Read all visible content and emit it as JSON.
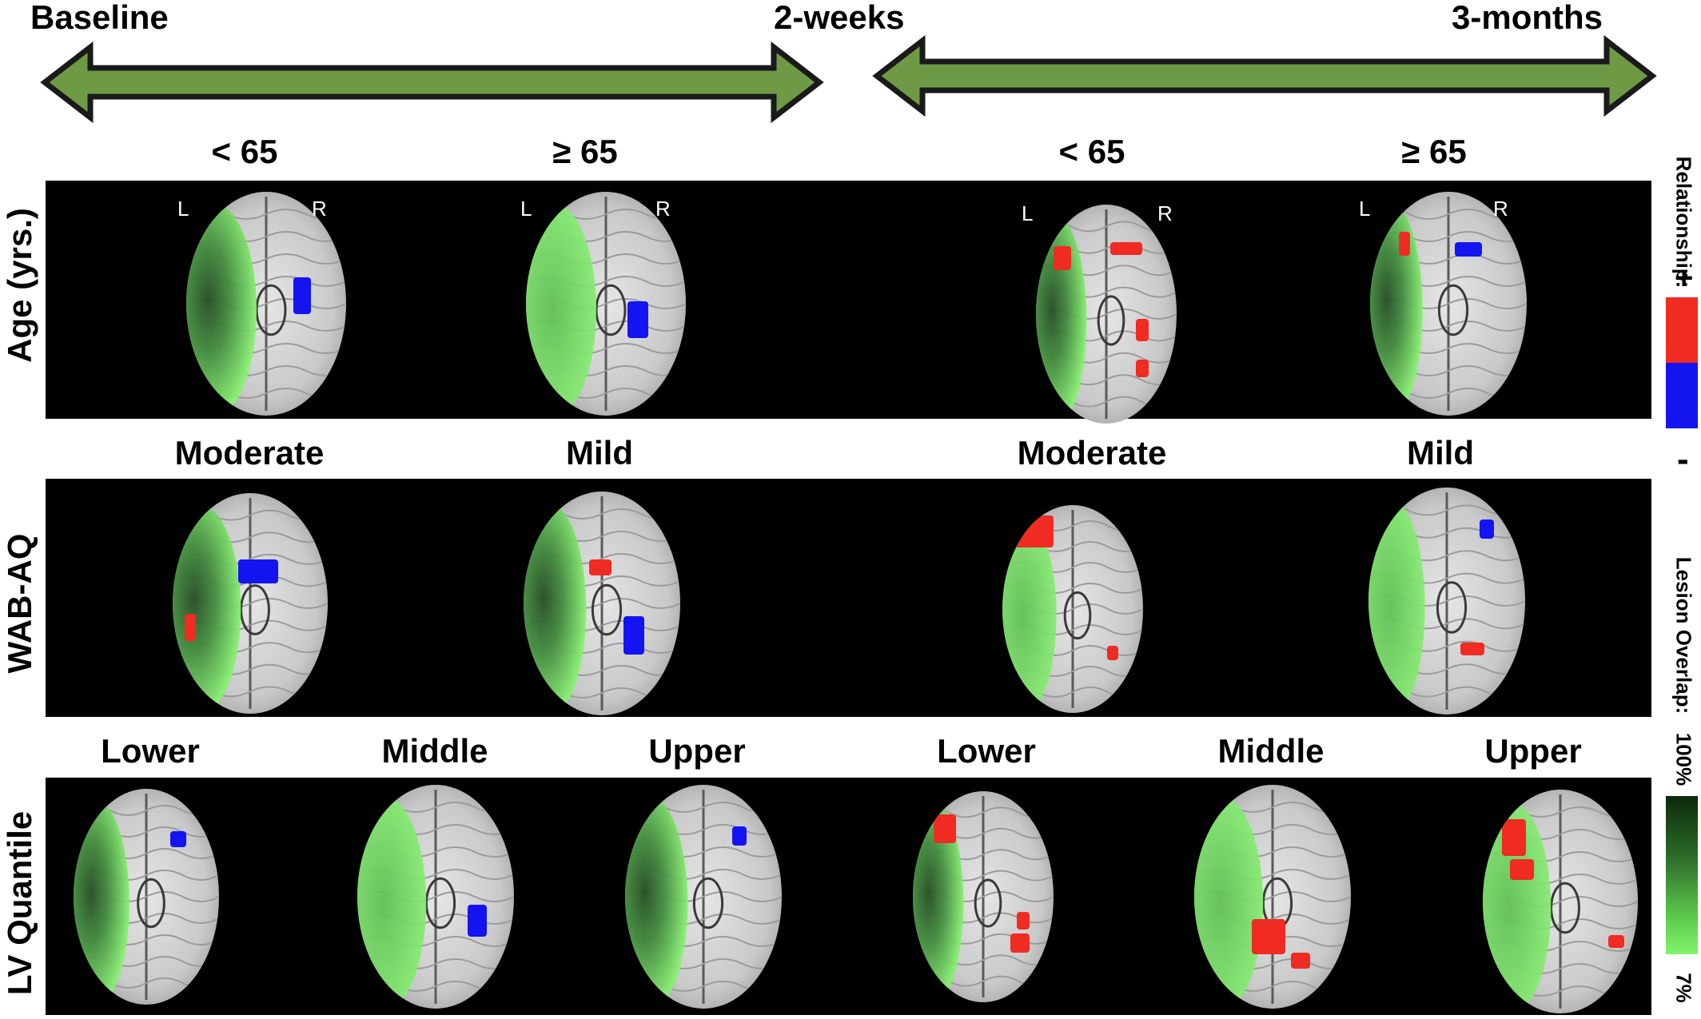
{
  "timeline": {
    "baseline": "Baseline",
    "two_weeks": "2-weeks",
    "three_months": "3-months",
    "arrow_color": "#6e9a45"
  },
  "rows": {
    "age": {
      "label": "Age (yrs.)",
      "columns": [
        "< 65",
        "≥ 65",
        "< 65",
        "≥ 65"
      ]
    },
    "wab": {
      "label": "WAB-AQ",
      "columns": [
        "Moderate",
        "Mild",
        "Moderate",
        "Mild"
      ]
    },
    "lv": {
      "label": "LV Quantile",
      "columns": [
        "Lower",
        "Middle",
        "Upper",
        "Lower",
        "Middle",
        "Upper"
      ]
    }
  },
  "hemisphere": {
    "left": "L",
    "right": "R"
  },
  "legend": {
    "relationship_label": "Relationship:",
    "plus": "+",
    "minus": "-",
    "positive_color": "#ef2b22",
    "negative_color": "#1414f0",
    "overlap_label": "Lesion Overlap:",
    "max_label": "100%",
    "min_label": "7%",
    "gradient_top": "#0b2a0b",
    "gradient_bottom": "#7ff56a"
  }
}
